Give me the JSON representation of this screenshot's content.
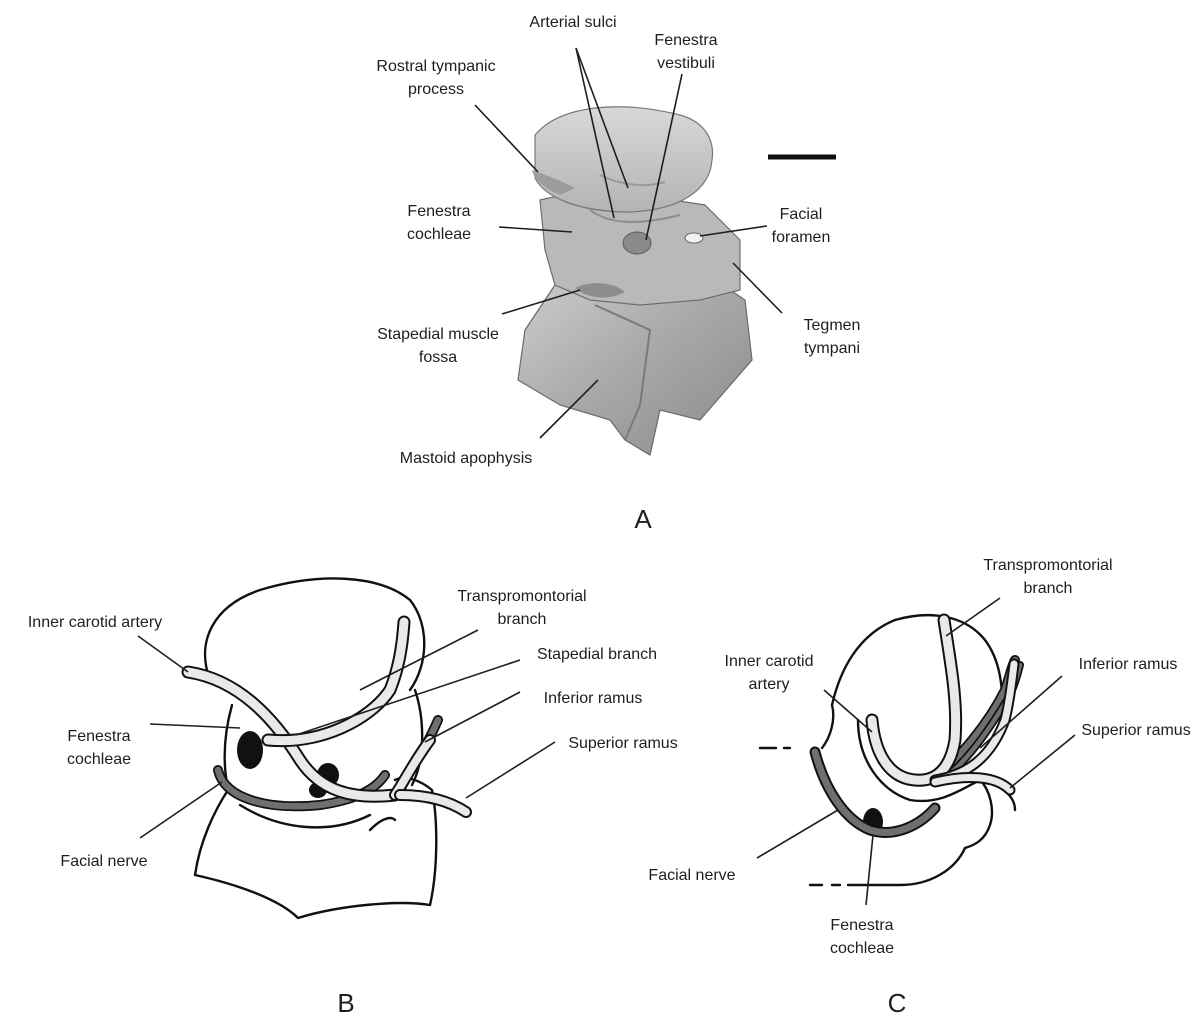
{
  "panel_a": {
    "letter": "A",
    "labels": {
      "arterial_sulci": "Arterial sulci",
      "fenestra_vestibuli_1": "Fenestra",
      "fenestra_vestibuli_2": "vestibuli",
      "rostral_tympanic_1": "Rostral tympanic",
      "rostral_tympanic_2": "process",
      "fenestra_cochleae_1": "Fenestra",
      "fenestra_cochleae_2": "cochleae",
      "facial_foramen_1": "Facial",
      "facial_foramen_2": "foramen",
      "stapedial_fossa_1": "Stapedial muscle",
      "stapedial_fossa_2": "fossa",
      "tegmen_1": "Tegmen",
      "tegmen_2": "tympani",
      "mastoid": "Mastoid apophysis"
    }
  },
  "panel_b": {
    "letter": "B",
    "labels": {
      "inner_carotid": "Inner carotid artery",
      "transpromontorial_1": "Transpromontorial",
      "transpromontorial_2": "branch",
      "stapedial_branch": "Stapedial branch",
      "inferior_ramus": "Inferior ramus",
      "superior_ramus": "Superior ramus",
      "fenestra_cochleae_1": "Fenestra",
      "fenestra_cochleae_2": "cochleae",
      "facial_nerve": "Facial nerve"
    }
  },
  "panel_c": {
    "letter": "C",
    "labels": {
      "transpromontorial_1": "Transpromontorial",
      "transpromontorial_2": "branch",
      "inner_carotid_1": "Inner carotid",
      "inner_carotid_2": "artery",
      "inferior_ramus": "Inferior ramus",
      "superior_ramus": "Superior ramus",
      "facial_nerve": "Facial nerve",
      "fenestra_cochleae_1": "Fenestra",
      "fenestra_cochleae_2": "cochleae"
    }
  },
  "colors": {
    "artery_fill": "#e9e9e9",
    "nerve_fill": "#6f6f6f",
    "specimen_fill": "#a9a9a9",
    "outline": "#111111"
  }
}
